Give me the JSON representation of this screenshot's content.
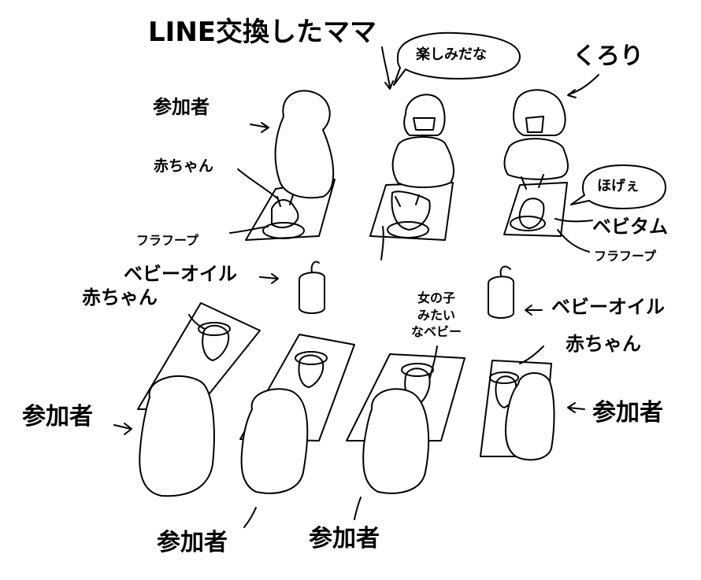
{
  "labels": {
    "title": "LINE交換したママ",
    "speech_1": "楽しみだな",
    "kurori": "くろり",
    "participant_top": "参加者",
    "baby_top": "赤ちゃん",
    "hula_hoop_left": "フラフープ",
    "speech_2": "ほげぇ",
    "bebitam": "ベビタム",
    "hula_hoop_right": "フラフープ",
    "baby_oil_left": "ベビーオイル",
    "baby_left": "赤ちゃん",
    "girl_baby": "女の子\nみたい\nなベビー",
    "baby_oil_right": "ベビーオイル",
    "baby_right": "赤ちゃん",
    "participant_left": "参加者",
    "participant_right": "参加者",
    "participant_bottom_1": "参加者",
    "participant_bottom_2": "参加者"
  },
  "colors": {
    "ink": "#000000",
    "paper": "#ffffff"
  }
}
